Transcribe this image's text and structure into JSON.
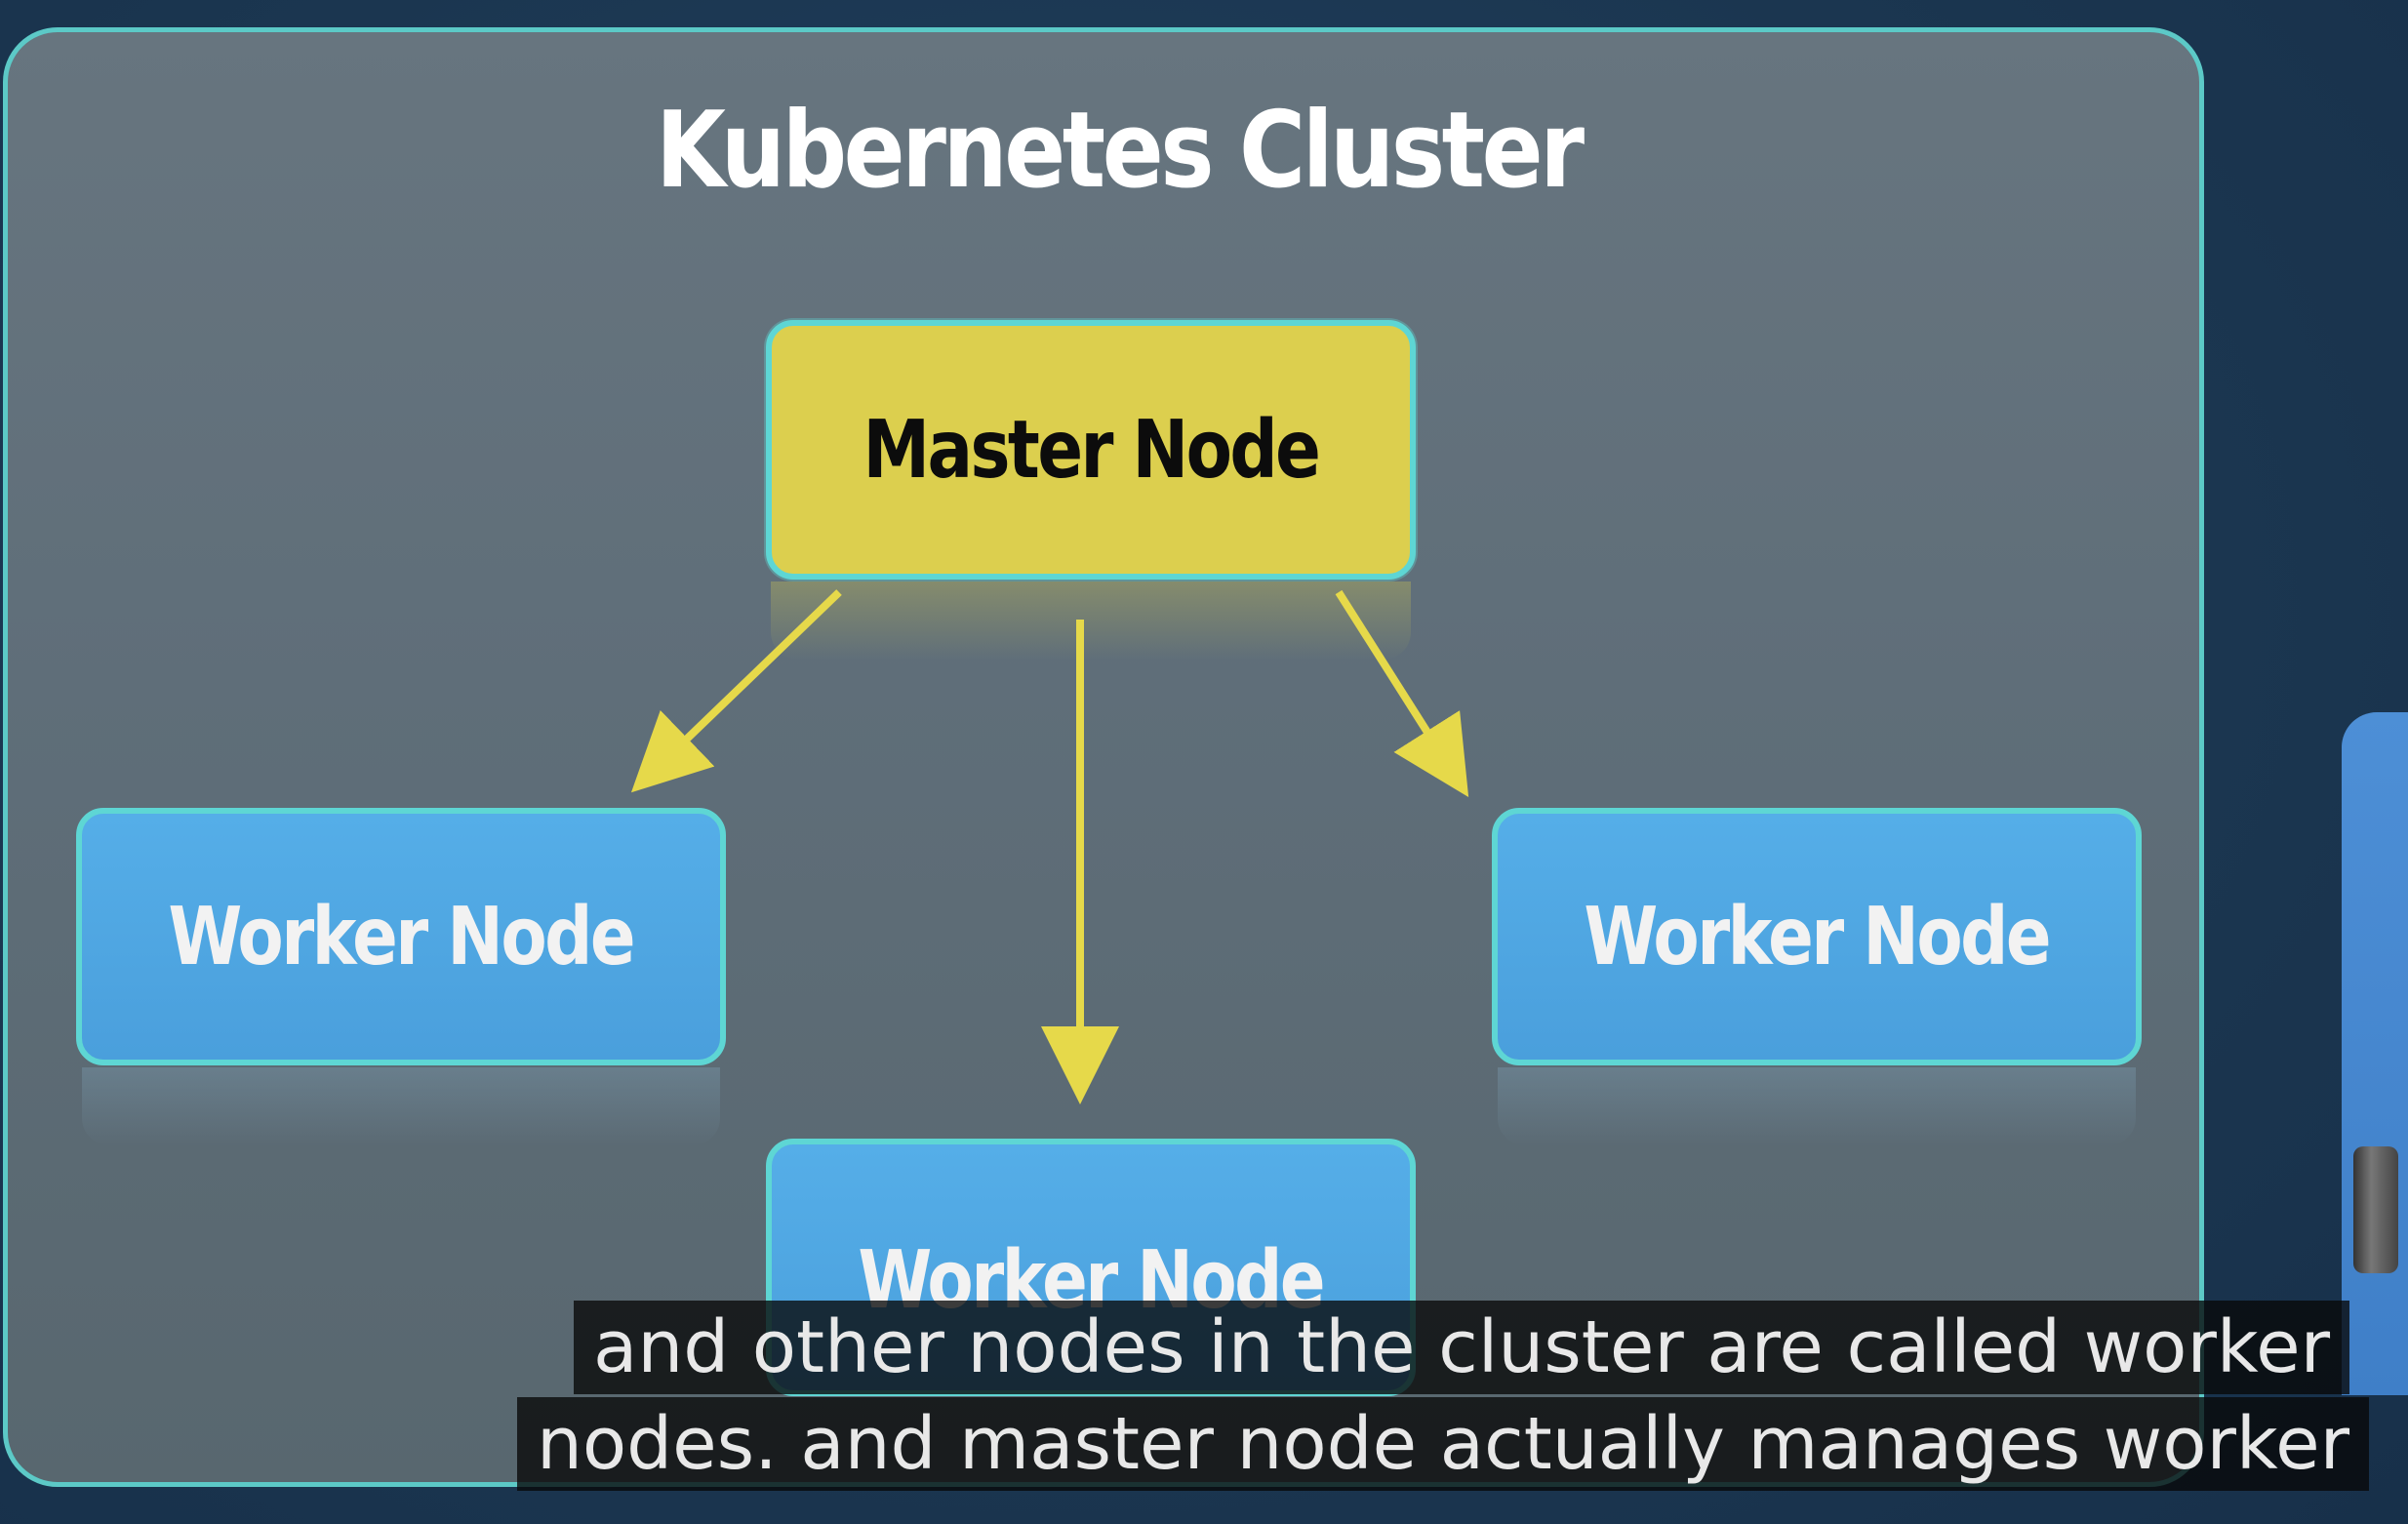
{
  "diagram": {
    "title": "Kubernetes Cluster",
    "master_node": {
      "label": "Master Node",
      "color": "#dccf4e"
    },
    "worker_nodes": [
      {
        "label": "Worker Node",
        "color": "#4fa6e2"
      },
      {
        "label": "Worker Node",
        "color": "#4fa6e2"
      },
      {
        "label": "Worker Node",
        "color": "#4fa6e2"
      }
    ],
    "edges": [
      {
        "from": "Master Node",
        "to": "Worker Node (left)"
      },
      {
        "from": "Master Node",
        "to": "Worker Node (bottom)"
      },
      {
        "from": "Master Node",
        "to": "Worker Node (right)"
      }
    ],
    "colors": {
      "panel_border": "#5cc9c7",
      "arrow": "#e6d94a",
      "background": "#1d3a55"
    }
  },
  "subtitles": {
    "line_1": "and other nodes in the cluster are called worker",
    "line_2": "nodes. and master node actually manages worker"
  }
}
